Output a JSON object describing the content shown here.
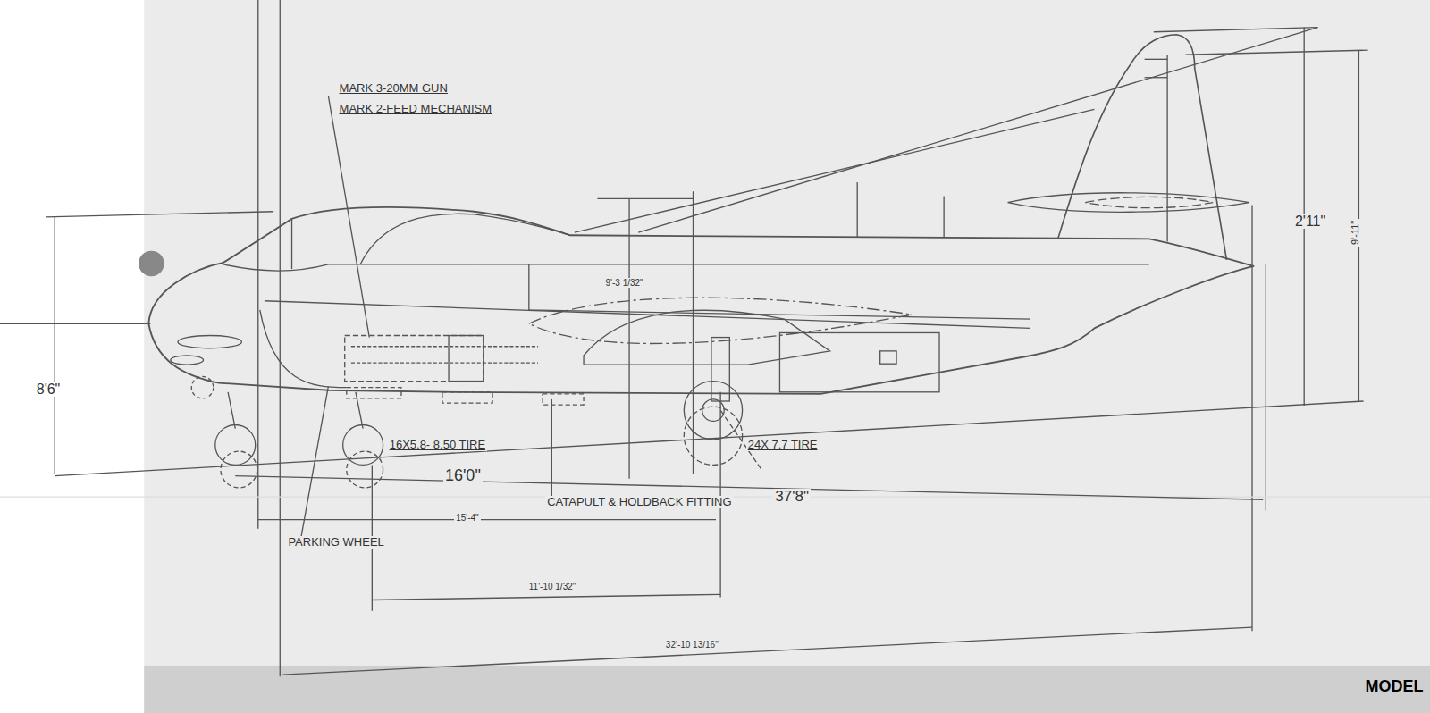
{
  "diagram": {
    "labels": [
      "MARK 3-20MM GUN",
      "MARK 2-FEED MECHANISM",
      "9'-3 1/32\"",
      "2'11\"",
      "9'-11\"",
      "8'6\"",
      "16X5.8- 8.50 TIRE",
      "24X 7.7 TIRE",
      "16'0\"",
      "CATAPULT & HOLDBACK FITTING",
      "37'8\"",
      "15'-4\"",
      "PARKING WHEEL",
      "11'-10 1/32\"",
      "32'-10 13/16\"",
      "MODEL"
    ]
  }
}
